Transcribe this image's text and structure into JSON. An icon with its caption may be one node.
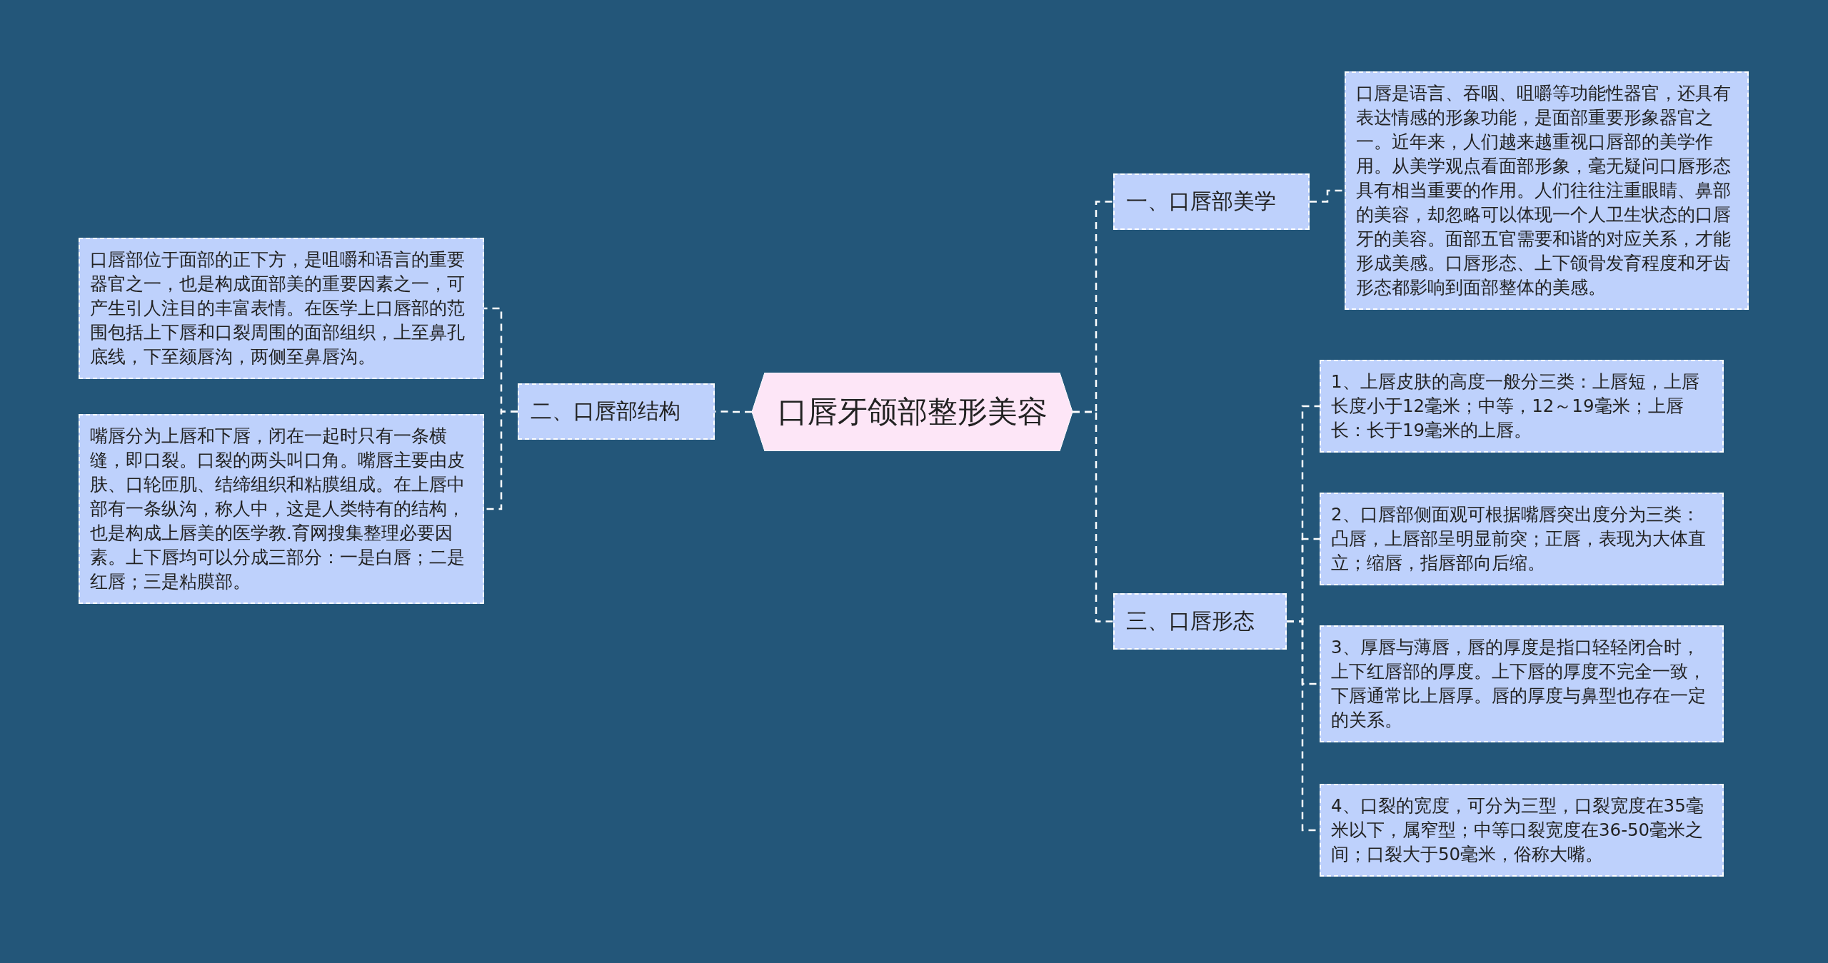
{
  "diagram": {
    "nodes": [
      {
        "text": [
          "口唇牙颌部整形美容"
        ]
      },
      {
        "text": [
          "二、口唇部结构"
        ]
      },
      {
        "text": [
          "口唇部位于面部的正下方，是咀嚼和语言的重要器官之一，也是构成面部美的重要因素之一，可产生引人注目的丰富表情。在医学上口唇部的范围包括上下唇和口裂周围的面部组织，上至鼻孔底线，下至颏唇沟，两侧至鼻唇沟。"
        ]
      },
      {
        "text": [
          "嘴唇分为上唇和下唇，闭在一起时只有一条横缝，即口裂。口裂的两头叫口角。嘴唇主要由皮肤、口轮匝肌、结缔组织和粘膜组成。在上唇中部有一条纵沟，称人中，这是人类特有的结构，也是构成上唇美的医学教.育网搜集整理必要因素。上下唇均可以分成三部分：一是白唇；二是红唇；三是粘膜部。"
        ]
      },
      {
        "text": [
          "一、口唇部美学"
        ]
      },
      {
        "text": [
          "口唇是语言、吞咽、咀嚼等功能性器官，还具有表达情感的形象功能，是面部重要形象器官之一。近年来，人们越来越重视口唇部的美学作用。从美学观点看面部形象，毫无疑问口唇形态具有相当重要的作用。人们往往注重眼睛、鼻部的美容，却忽略可以体现一个人卫生状态的口唇牙的美容。面部五官需要和谐的对应关系，才能形成美感。口唇形态、上下颌骨发育程度和牙齿形态都影响到面部整体的美感。"
        ]
      },
      {
        "text": [
          "三、口唇形态"
        ]
      },
      {
        "text": [
          "1、上唇皮肤的高度一般分三类：上唇短，上唇长度小于12毫米；中等，12～19毫米；上唇长：长于19毫米的上唇。"
        ]
      },
      {
        "text": [
          "2、口唇部侧面观可根据嘴唇突出度分为三类：凸唇，上唇部呈明显前突；正唇，表现为大体直立；缩唇，指唇部向后缩。"
        ]
      },
      {
        "text": [
          "3、厚唇与薄唇，唇的厚度是指口轻轻闭合时，上下红唇部的厚度。上下唇的厚度不完全一致，下唇通常比上唇厚。唇的厚度与鼻型也存在一定的关系。"
        ]
      },
      {
        "text": [
          "4、口裂的宽度，可分为三型，口裂宽度在35毫米以下，属窄型；中等口裂宽度在36-50毫米之间；口裂大于50毫米，俗称大嘴。"
        ]
      }
    ],
    "edges": [
      {
        "from": 0,
        "to": 1,
        "arrow": "none"
      },
      {
        "from": 1,
        "to": 2,
        "arrow": "none"
      },
      {
        "from": 1,
        "to": 3,
        "arrow": "none"
      },
      {
        "from": 0,
        "to": 4,
        "arrow": "none"
      },
      {
        "from": 4,
        "to": 5,
        "arrow": "none"
      },
      {
        "from": 0,
        "to": 6,
        "arrow": "none"
      },
      {
        "from": 6,
        "to": 7,
        "arrow": "none"
      },
      {
        "from": 6,
        "to": 8,
        "arrow": "none"
      },
      {
        "from": 6,
        "to": 9,
        "arrow": "none"
      },
      {
        "from": 6,
        "to": 10,
        "arrow": "none"
      }
    ]
  }
}
